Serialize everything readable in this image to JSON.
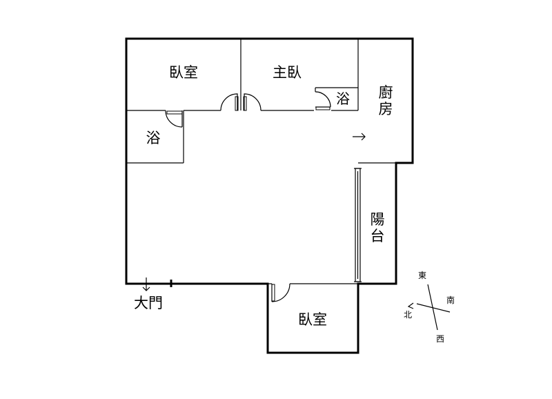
{
  "rooms": {
    "bedroom_top_left": "臥室",
    "master_bedroom": "主臥",
    "master_bath": "浴",
    "kitchen_line1": "廚",
    "kitchen_line2": "房",
    "bath_left": "浴",
    "balcony_line1": "陽",
    "balcony_line2": "台",
    "bedroom_bottom": "臥室",
    "main_door": "大門"
  },
  "compass": {
    "east": "東",
    "south": "南",
    "west": "西",
    "north": "北"
  },
  "colors": {
    "wall": "#000000",
    "background": "#ffffff"
  }
}
